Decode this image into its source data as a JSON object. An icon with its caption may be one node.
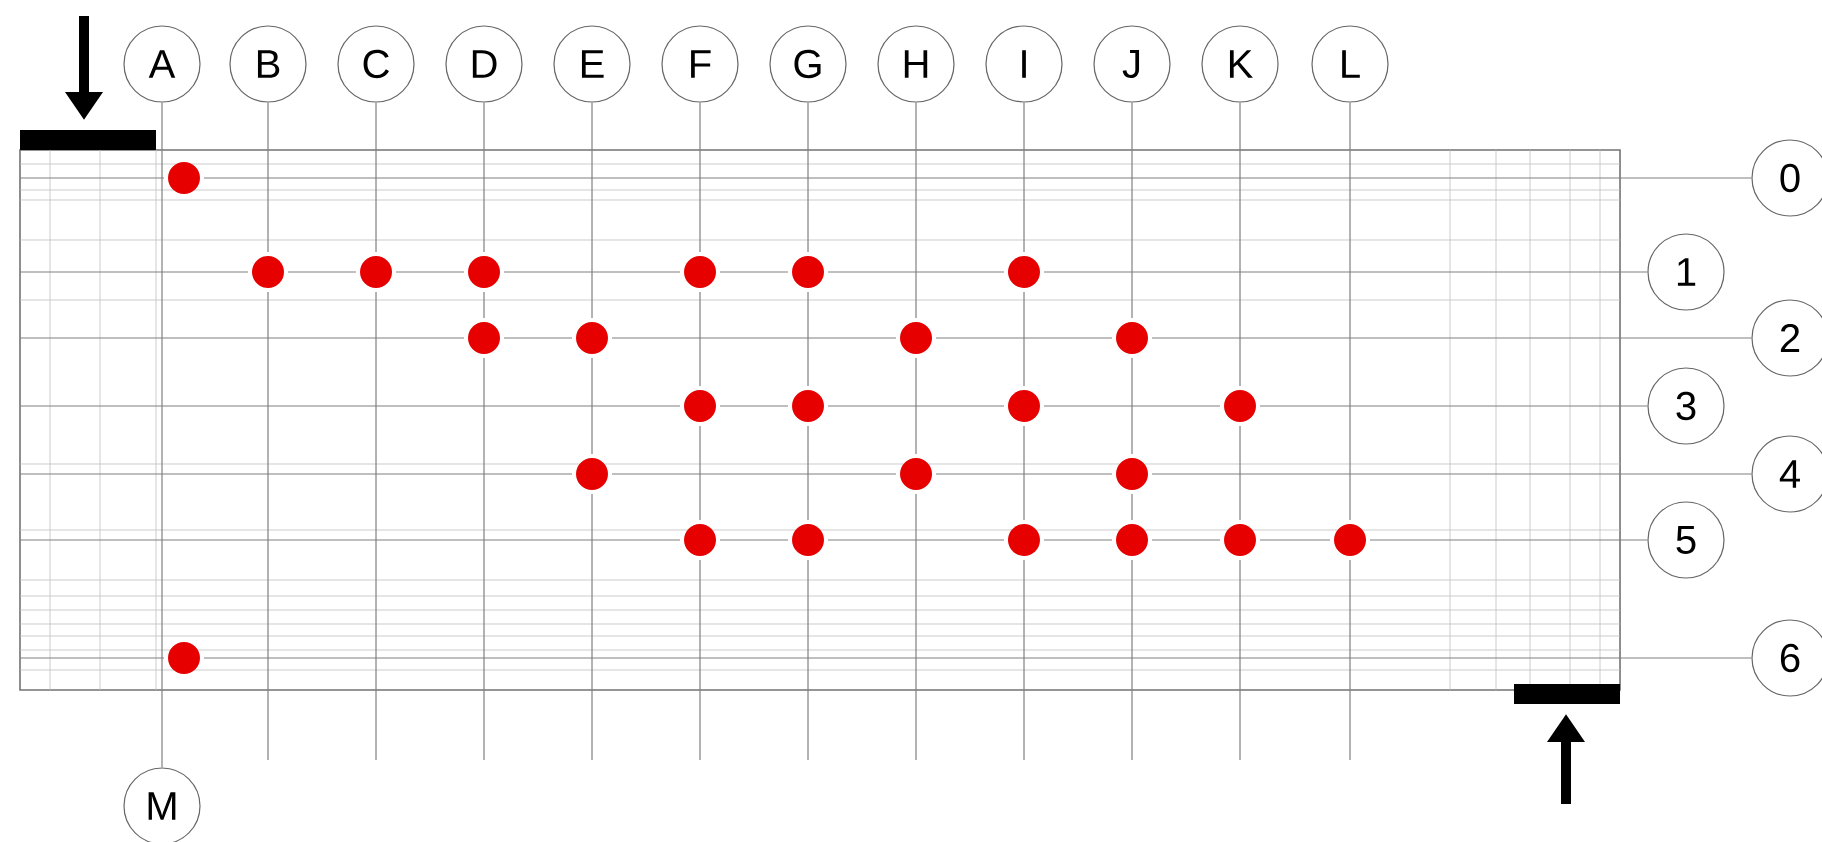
{
  "diagram": {
    "nodes": [
      {
        "text": [
          "A"
        ]
      },
      {
        "text": [
          "B"
        ]
      },
      {
        "text": [
          "C"
        ]
      },
      {
        "text": [
          "D"
        ]
      },
      {
        "text": [
          "E"
        ]
      },
      {
        "text": [
          "F"
        ]
      },
      {
        "text": [
          "G"
        ]
      },
      {
        "text": [
          "H"
        ]
      },
      {
        "text": [
          "I"
        ]
      },
      {
        "text": [
          "J"
        ]
      },
      {
        "text": [
          "K"
        ]
      },
      {
        "text": [
          "L"
        ]
      },
      {
        "text": [
          "0"
        ]
      },
      {
        "text": [
          "1"
        ]
      },
      {
        "text": [
          "2"
        ]
      },
      {
        "text": [
          "3"
        ]
      },
      {
        "text": [
          "4"
        ]
      },
      {
        "text": [
          "5"
        ]
      },
      {
        "text": [
          "6"
        ]
      },
      {
        "text": [
          "M"
        ]
      },
      {
        "text": [],
        "shape": "circle"
      },
      {
        "text": [],
        "shape": "circle"
      },
      {
        "text": [],
        "shape": "circle"
      },
      {
        "text": [],
        "shape": "circle"
      },
      {
        "text": [],
        "shape": "circle"
      },
      {
        "text": [],
        "shape": "circle"
      },
      {
        "text": [],
        "shape": "circle"
      },
      {
        "text": [],
        "shape": "circle"
      },
      {
        "text": [],
        "shape": "circle"
      },
      {
        "text": [],
        "shape": "circle"
      },
      {
        "text": [],
        "shape": "circle"
      },
      {
        "text": [],
        "shape": "circle"
      },
      {
        "text": [],
        "shape": "circle"
      },
      {
        "text": [],
        "shape": "circle"
      },
      {
        "text": [],
        "shape": "circle"
      },
      {
        "text": [],
        "shape": "circle"
      },
      {
        "text": [],
        "shape": "circle"
      },
      {
        "text": [],
        "shape": "circle"
      },
      {
        "text": [],
        "shape": "circle"
      },
      {
        "text": [],
        "shape": "circle"
      },
      {
        "text": [],
        "shape": "circle"
      },
      {
        "text": [],
        "shape": "circle"
      },
      {
        "text": [],
        "shape": "circle"
      },
      {
        "text": [],
        "shape": "circle"
      },
      {
        "text": [],
        "shape": "circle"
      }
    ],
    "edges": [
      {
        "from": 0,
        "to": 19,
        "arrow": "none"
      },
      {
        "from": 1,
        "to": null,
        "arrow": "none"
      },
      {
        "from": 2,
        "to": null,
        "arrow": "none"
      },
      {
        "from": 3,
        "to": null,
        "arrow": "none"
      },
      {
        "from": 4,
        "to": null,
        "arrow": "none"
      },
      {
        "from": 5,
        "to": null,
        "arrow": "none"
      },
      {
        "from": 6,
        "to": null,
        "arrow": "none"
      },
      {
        "from": 7,
        "to": null,
        "arrow": "none"
      },
      {
        "from": 8,
        "to": null,
        "arrow": "none"
      },
      {
        "from": 9,
        "to": null,
        "arrow": "none"
      },
      {
        "from": 10,
        "to": null,
        "arrow": "none"
      },
      {
        "from": 11,
        "to": null,
        "arrow": "none"
      },
      {
        "from": 12,
        "to": null,
        "arrow": "none"
      },
      {
        "from": 13,
        "to": null,
        "arrow": "none"
      },
      {
        "from": 14,
        "to": null,
        "arrow": "none"
      },
      {
        "from": 15,
        "to": null,
        "arrow": "none"
      },
      {
        "from": 16,
        "to": null,
        "arrow": "none"
      },
      {
        "from": 17,
        "to": null,
        "arrow": "none"
      },
      {
        "from": 18,
        "to": null,
        "arrow": "none"
      }
    ]
  }
}
